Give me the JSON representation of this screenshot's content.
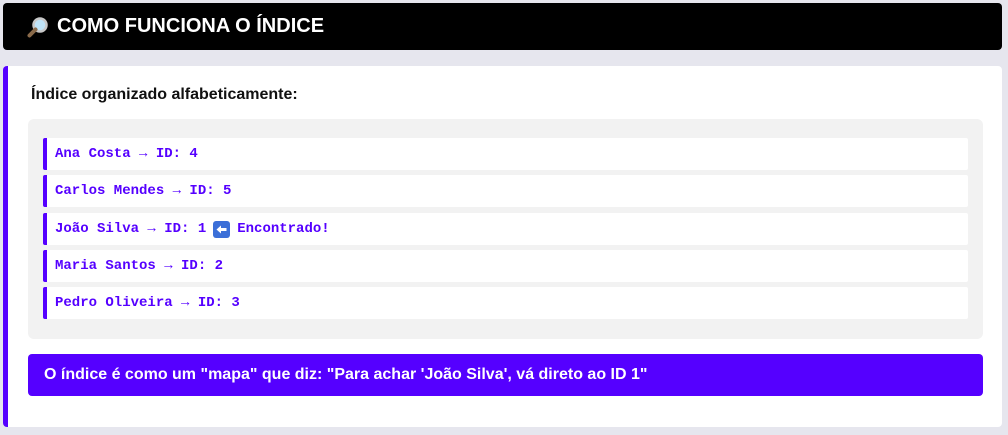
{
  "header": {
    "icon": "magnifier-icon",
    "title": "COMO FUNCIONA O ÍNDICE"
  },
  "card": {
    "subtitle": "Índice organizado alfabeticamente:",
    "entries": [
      {
        "text": "Ana Costa → ID: 4"
      },
      {
        "text": "Carlos Mendes → ID: 5"
      },
      {
        "text": "João Silva → ID: 1",
        "found_icon": "back-arrow-icon",
        "found_label": "Encontrado!"
      },
      {
        "text": "Maria Santos → ID: 2"
      },
      {
        "text": "Pedro Oliveira → ID: 3"
      }
    ],
    "note": "O índice é como um \"mapa\" que diz: \"Para achar 'João Silva', vá direto ao ID 1\""
  },
  "colors": {
    "accent": "#5500ff",
    "header_bg": "#000000",
    "page_bg": "#e6e6ee",
    "index_bg": "#f2f2f2"
  }
}
